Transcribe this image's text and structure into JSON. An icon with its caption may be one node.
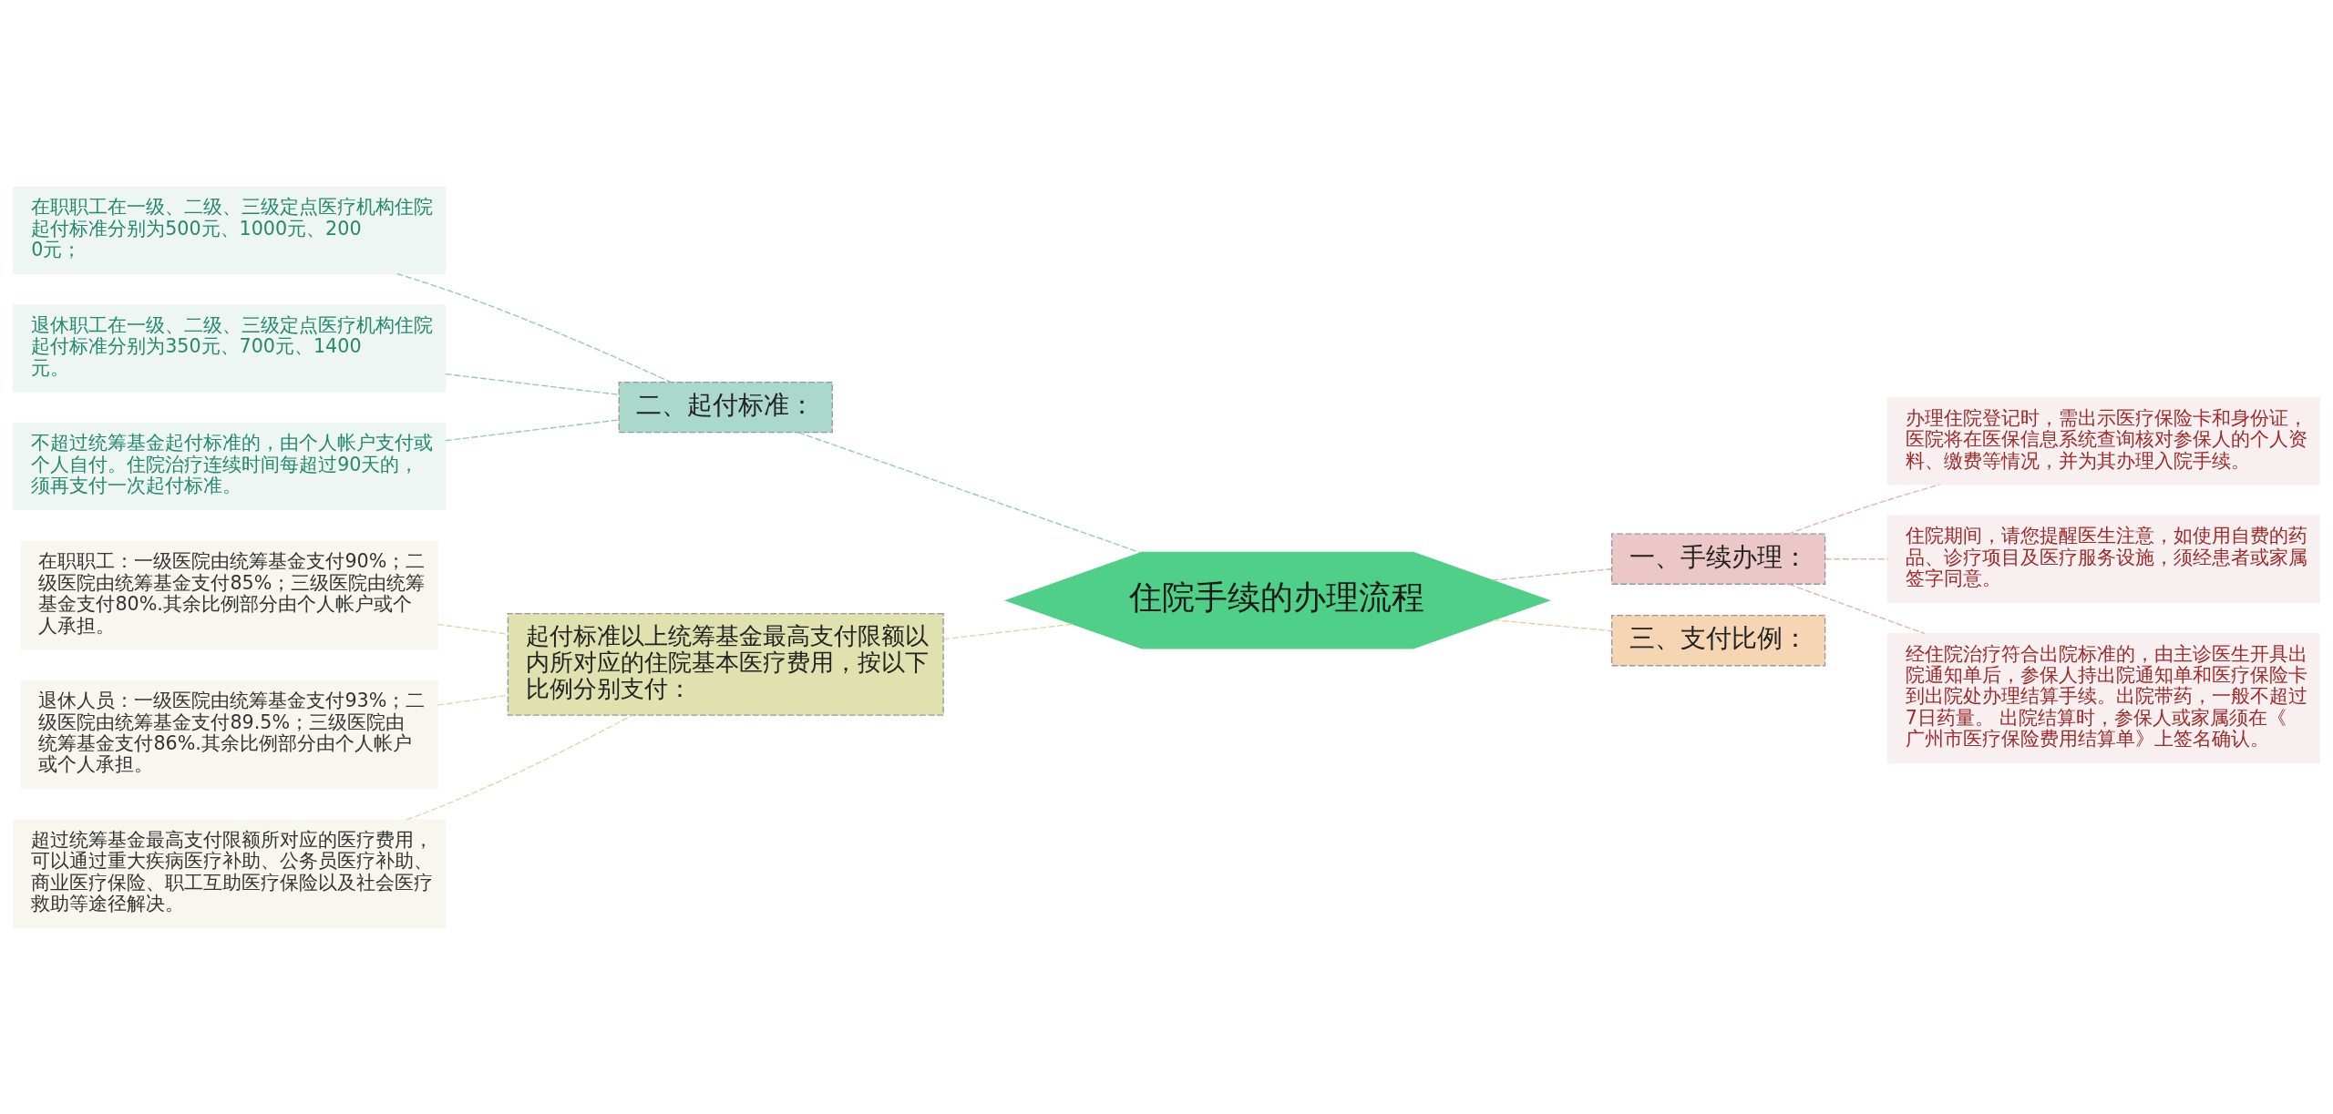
{
  "diagram": {
    "nodes": [
      {
        "text": [
          "住院手续的办理流程"
        ]
      },
      {
        "text": [
          "一、手续办理："
        ]
      },
      {
        "text": [
          "办理住院登记时，需出示医疗保险卡和身份证，医院将在医保信息系统查询核对参保人的个人资料、缴费等情况，并为其办理入院手续。"
        ]
      },
      {
        "text": [
          "住院期间，请您提醒医生注意，如使用自费的药品、诊疗项目及医疗服务设施，须经患者或家属签字同意。"
        ]
      },
      {
        "text": [
          "经住院治疗符合出院标准的，由主诊医生开具出院通知单后，参保人持出院通知单和医疗保险卡到出院处办理结算手续。出院带药，一般不超过7日药量。 出院结算时，参保人或家属须在《广州市医疗保险费用结算单》上签名确认。"
        ]
      },
      {
        "text": [
          "三、支付比例："
        ]
      },
      {
        "text": [
          "二、起付标准："
        ]
      },
      {
        "text": [
          "在职职工在一级、二级、三级定点医疗机构住院起付标准分别为500元、1000元、2000元；"
        ]
      },
      {
        "text": [
          "退休职工在一级、二级、三级定点医疗机构住院起付标准分别为350元、700元、1400元。"
        ]
      },
      {
        "text": [
          "不超过统筹基金起付标准的，由个人帐户支付或个人自付。住院治疗连续时间每超过90天的，须再支付一次起付标准。"
        ]
      },
      {
        "text": [
          "起付标准以上统筹基金最高支付限额以内所对应的住院基本医疗费用，按以下比例分别支付："
        ]
      },
      {
        "text": [
          "在职职工：一级医院由统筹基金支付90%；二级医院由统筹基金支付85%；三级医院由统筹基金支付80%.其余比例部分由个人帐户或个人承担。"
        ]
      },
      {
        "text": [
          "退休人员：一级医院由统筹基金支付93%；二级医院由统筹基金支付89.5%；三级医院由统筹基金支付86%.其余比例部分由个人帐户或个人承担。"
        ]
      },
      {
        "text": [
          "超过统筹基金最高支付限额所对应的医疗费用，可以通过重大疾病医疗补助、公务员医疗补助、商业医疗保险、职工互助医疗保险以及社会医疗救助等途径解决。"
        ]
      }
    ],
    "edges": [
      {
        "from": 0,
        "to": 1,
        "arrow": "none",
        "style": "dashed",
        "color": "#e3b3b3"
      },
      {
        "from": 1,
        "to": 2,
        "arrow": "none",
        "style": "dashed",
        "color": "#e3b3b3"
      },
      {
        "from": 1,
        "to": 3,
        "arrow": "none",
        "style": "dashed",
        "color": "#e3b3b3"
      },
      {
        "from": 1,
        "to": 4,
        "arrow": "none",
        "style": "dashed",
        "color": "#e3b3b3"
      },
      {
        "from": 0,
        "to": 5,
        "arrow": "none",
        "style": "dashed",
        "color": "#ecc9a3"
      },
      {
        "from": 0,
        "to": 6,
        "arrow": "none",
        "style": "dashed",
        "color": "#8fcabb"
      },
      {
        "from": 6,
        "to": 7,
        "arrow": "none",
        "style": "dashed",
        "color": "#8fcabb"
      },
      {
        "from": 6,
        "to": 8,
        "arrow": "none",
        "style": "dashed",
        "color": "#8fcabb"
      },
      {
        "from": 6,
        "to": 9,
        "arrow": "none",
        "style": "dashed",
        "color": "#8fcabb"
      },
      {
        "from": 0,
        "to": 10,
        "arrow": "none",
        "style": "dashed",
        "color": "#d9d9a6"
      },
      {
        "from": 10,
        "to": 11,
        "arrow": "none",
        "style": "dashed",
        "color": "#d9d9a6"
      },
      {
        "from": 10,
        "to": 12,
        "arrow": "none",
        "style": "dashed",
        "color": "#d9d9a6"
      },
      {
        "from": 10,
        "to": 13,
        "arrow": "none",
        "style": "dashed",
        "color": "#d9d9a6"
      }
    ]
  }
}
